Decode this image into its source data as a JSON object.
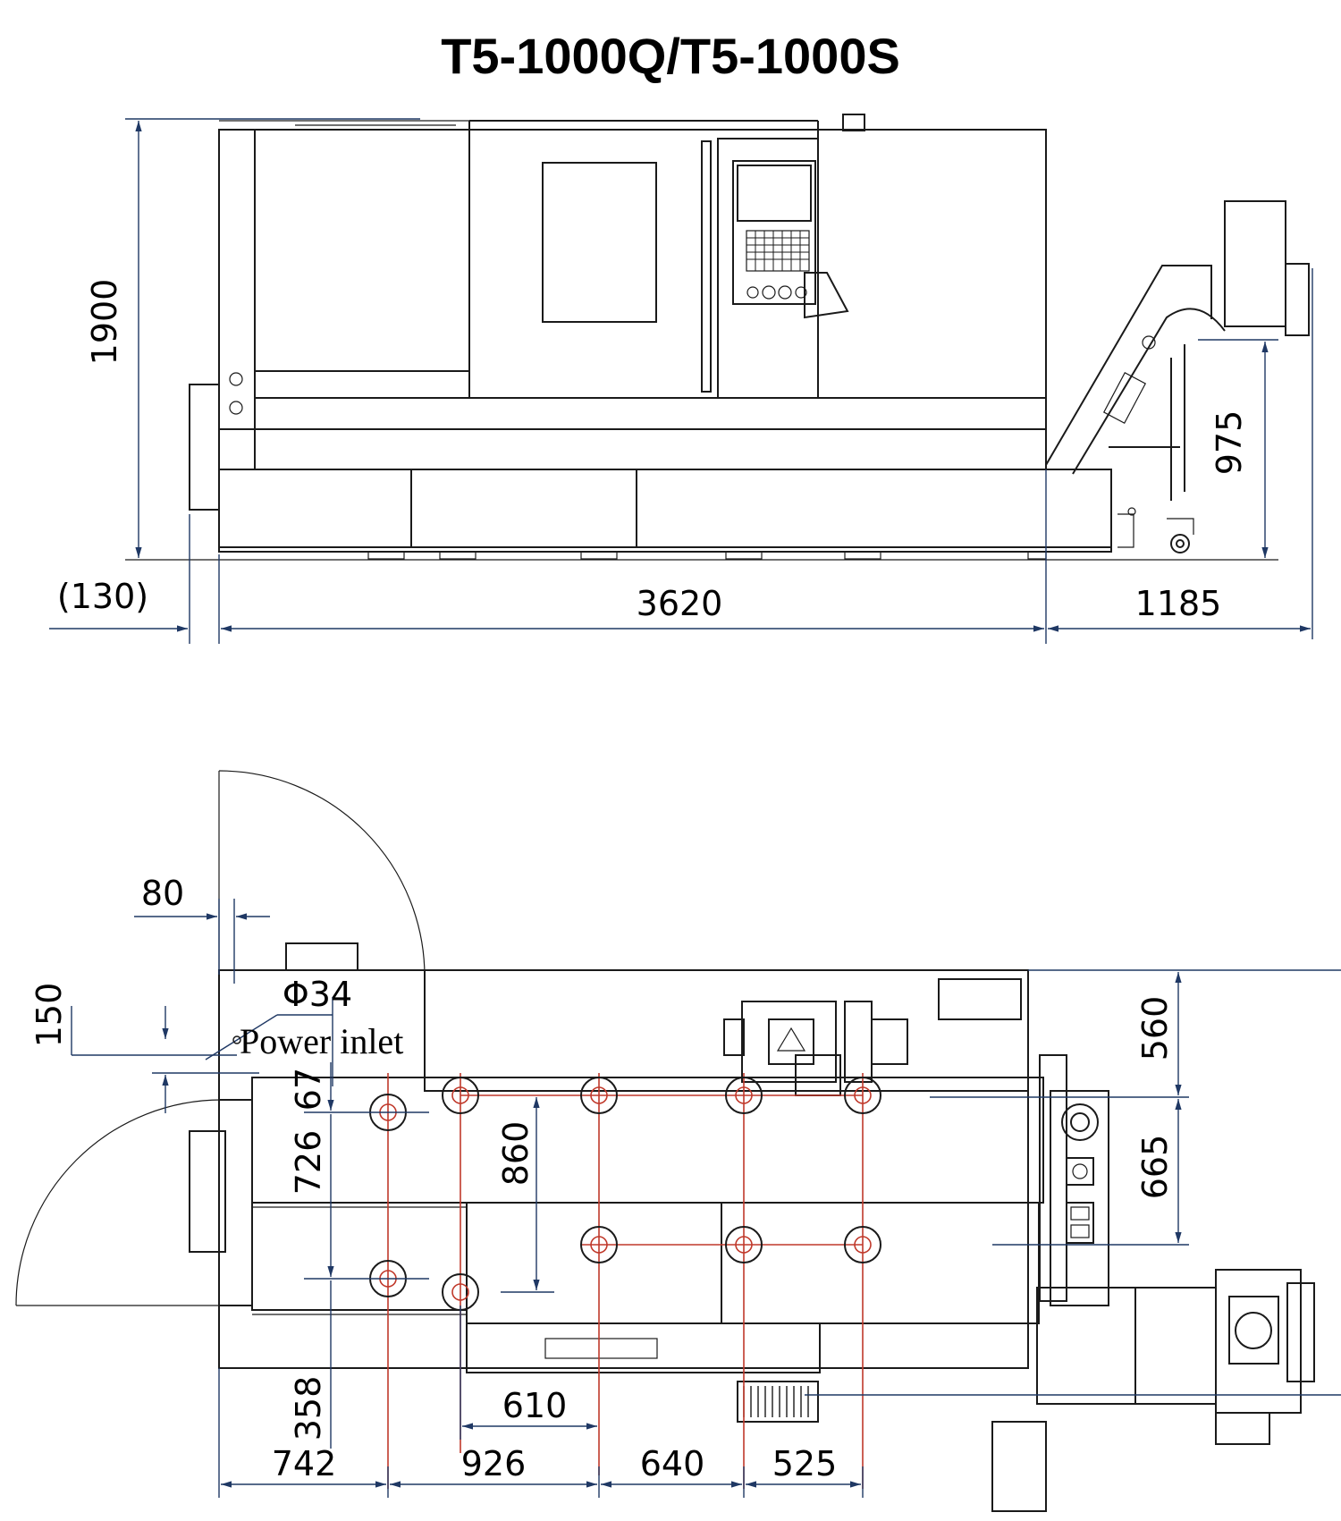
{
  "title": "T5-1000Q/T5-1000S",
  "elevation_view": {
    "height_total": "1900",
    "conveyor_height": "975",
    "offset_left": "(130)",
    "machine_length": "3620",
    "conveyor_length": "1185"
  },
  "plan_view": {
    "dim_80": "80",
    "dim_150": "150",
    "dim_phi34": "Φ34",
    "power_inlet_label": "Power inlet",
    "dim_67": "67",
    "dim_726": "726",
    "dim_860": "860",
    "dim_560": "560",
    "dim_665": "665",
    "dim_358": "358",
    "dim_610": "610",
    "dim_742": "742",
    "dim_926": "926",
    "dim_640": "640",
    "dim_525": "525"
  }
}
